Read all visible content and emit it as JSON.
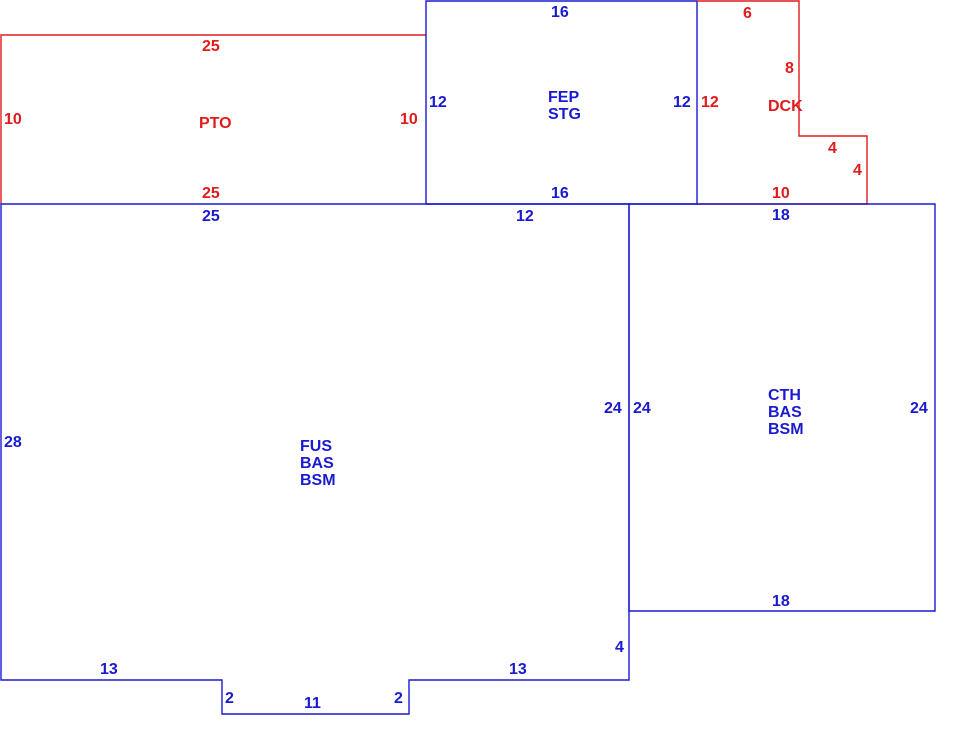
{
  "colors": {
    "blue": "#1a1ad0",
    "red": "#e01b1b"
  },
  "areas": {
    "pto": {
      "code": "PTO",
      "color": "red",
      "dims": {
        "top": "25",
        "left": "10",
        "right": "10",
        "bottom": "25"
      }
    },
    "fep": {
      "codes": [
        "FEP",
        "STG"
      ],
      "color": "blue",
      "dims": {
        "top": "16",
        "left": "12",
        "right": "12",
        "bottom": "16"
      }
    },
    "dck": {
      "code": "DCK",
      "color": "red",
      "dims": {
        "top": "6",
        "left": "12",
        "right_upper": "8",
        "step_horizontal": "4",
        "step_vertical": "4",
        "bottom": "10"
      }
    },
    "fus": {
      "codes": [
        "FUS",
        "BAS",
        "BSM"
      ],
      "color": "blue",
      "dims": {
        "top_left": "25",
        "top_right": "12",
        "left": "28",
        "right": "24",
        "bottom_left": "13",
        "bottom_right": "13",
        "right_lower": "4",
        "notch_left": "2",
        "notch_right": "2",
        "notch_bottom": "11"
      }
    },
    "cth": {
      "codes": [
        "CTH",
        "BAS",
        "BSM"
      ],
      "color": "blue",
      "dims": {
        "top": "18",
        "left": "24",
        "right": "24",
        "bottom": "18"
      }
    }
  }
}
